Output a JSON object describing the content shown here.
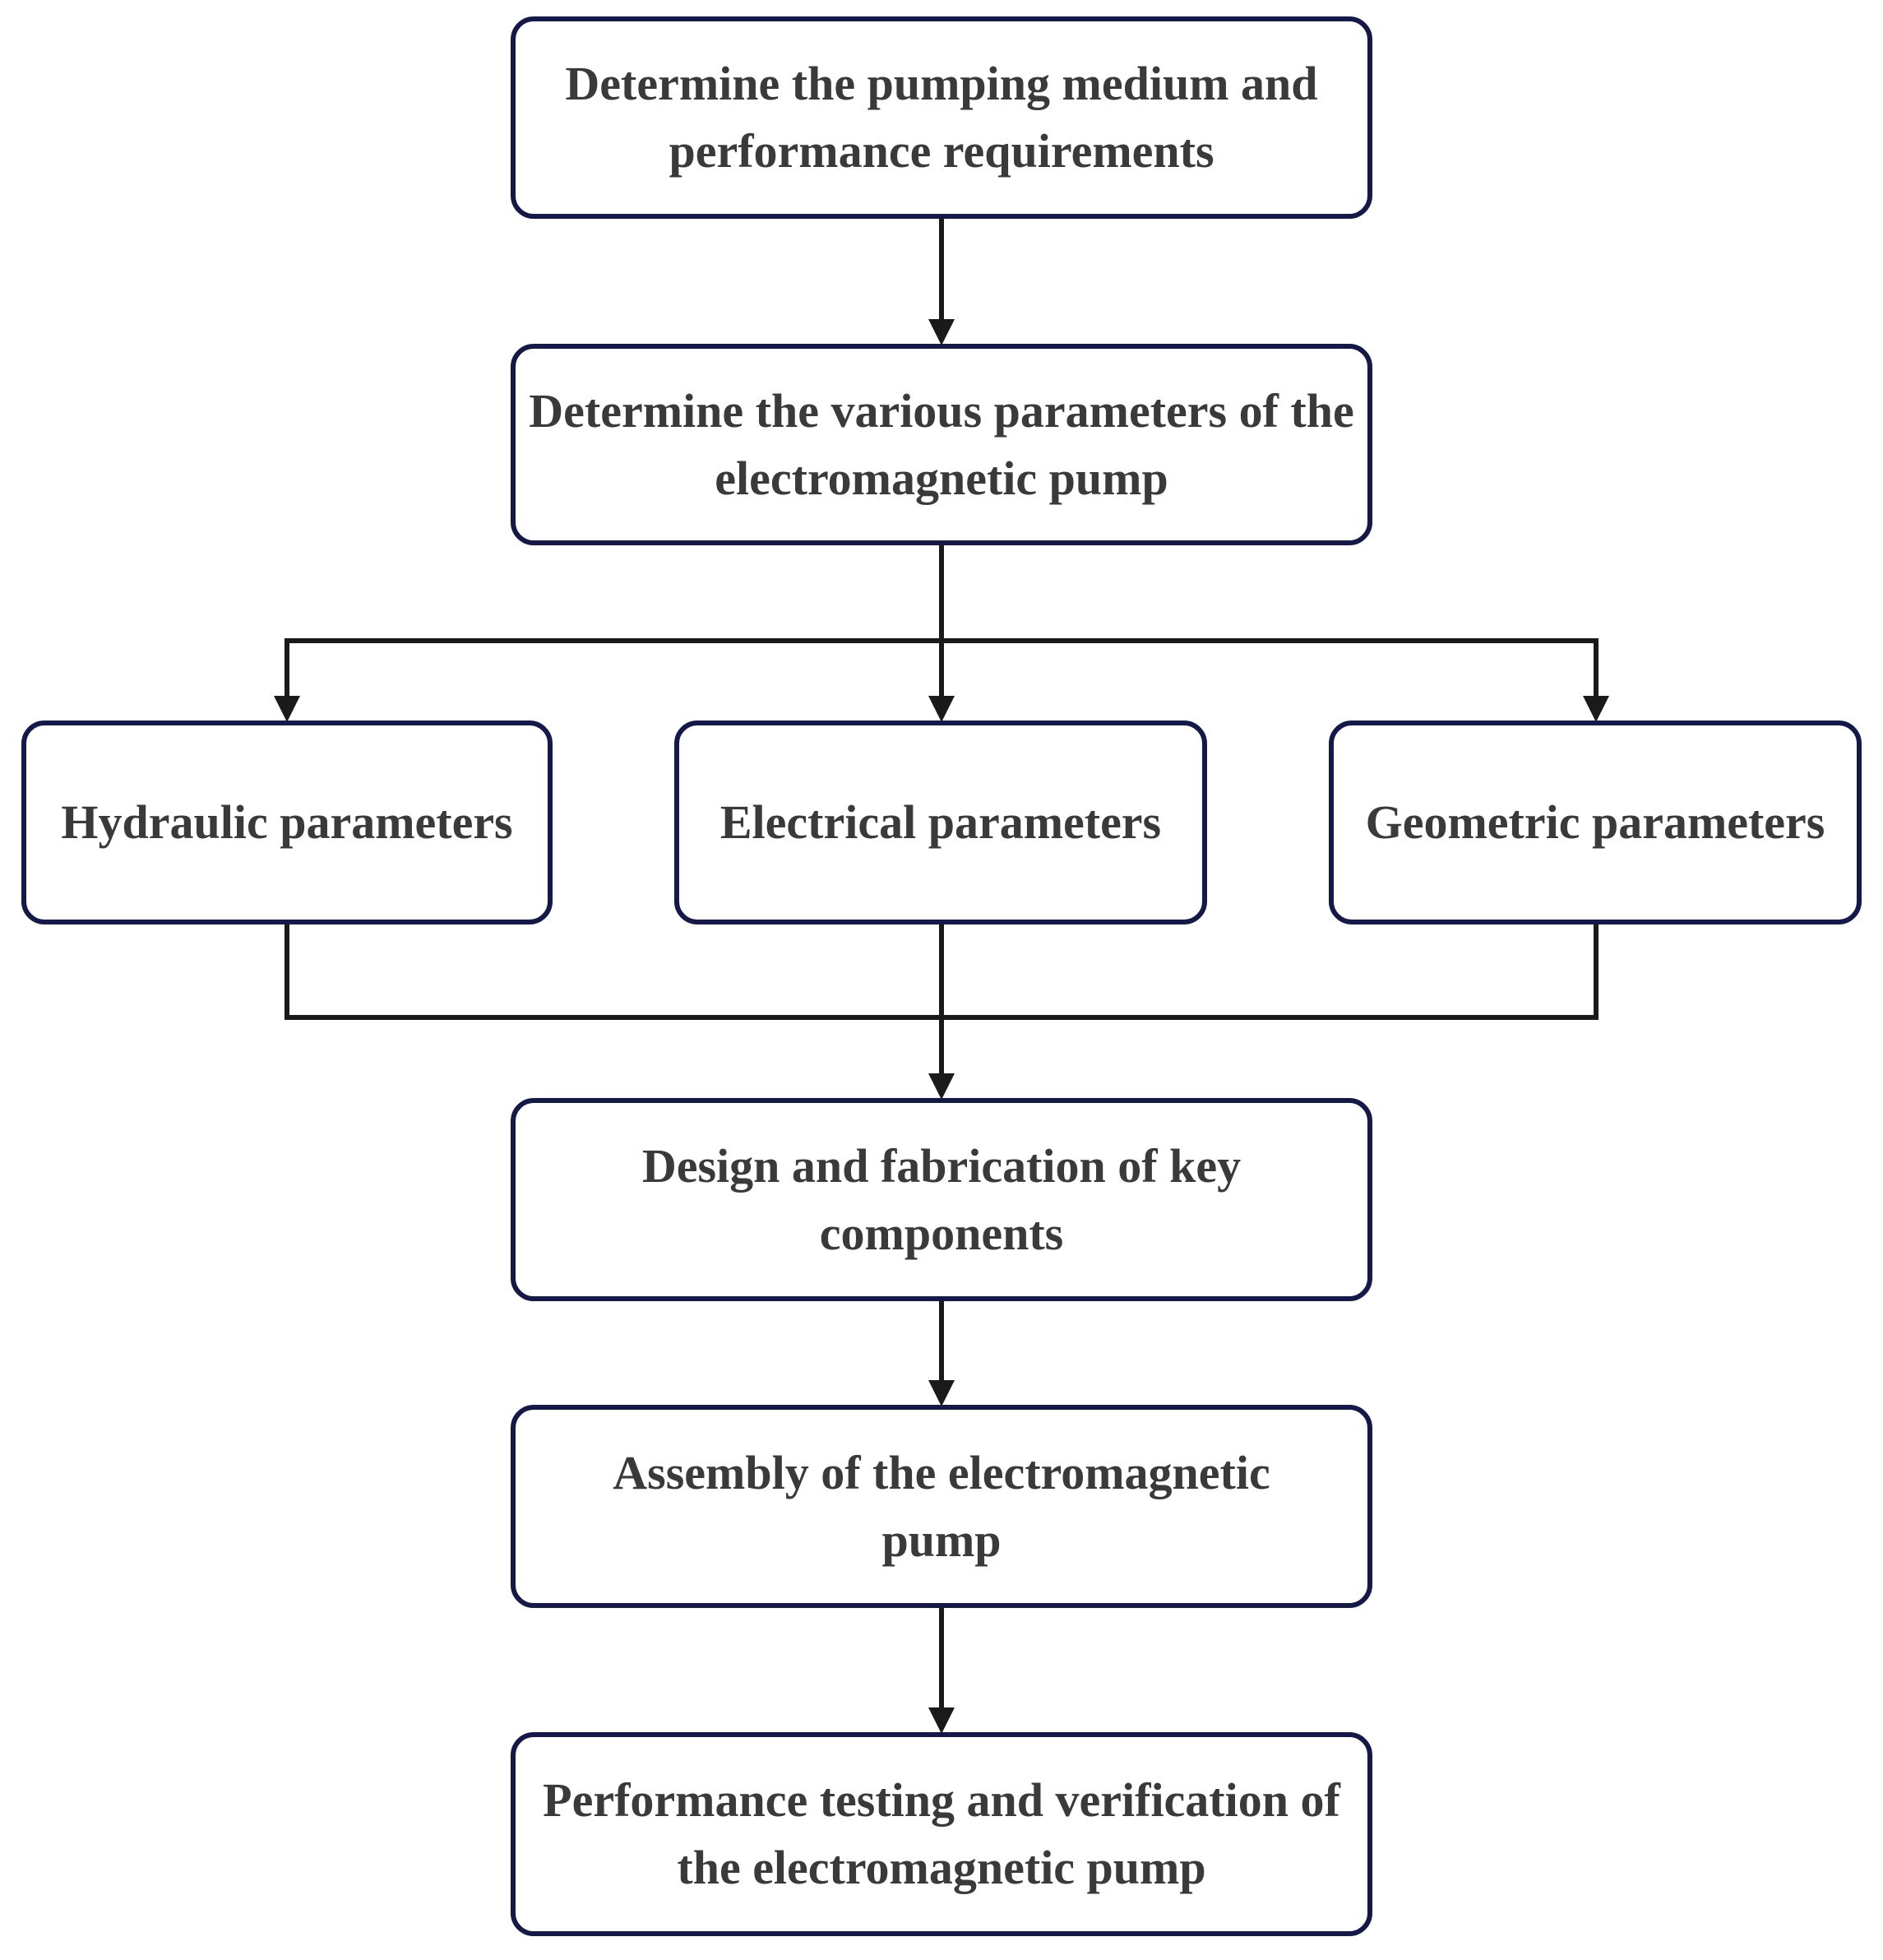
{
  "colors": {
    "box_border": "#15194a",
    "text": "#3a3a3a",
    "connector": "#1a1a1a",
    "background": "#ffffff"
  },
  "steps": {
    "step1": "Determine the pumping medium and performance requirements",
    "step2": "Determine the various parameters of the electromagnetic pump",
    "hydraulic": "Hydraulic parameters",
    "electrical": "Electrical parameters",
    "geometric": "Geometric parameters",
    "step3": "Design and fabrication of key components",
    "step4": "Assembly of the electromagnetic pump",
    "step5": "Performance testing and verification of the electromagnetic pump"
  }
}
